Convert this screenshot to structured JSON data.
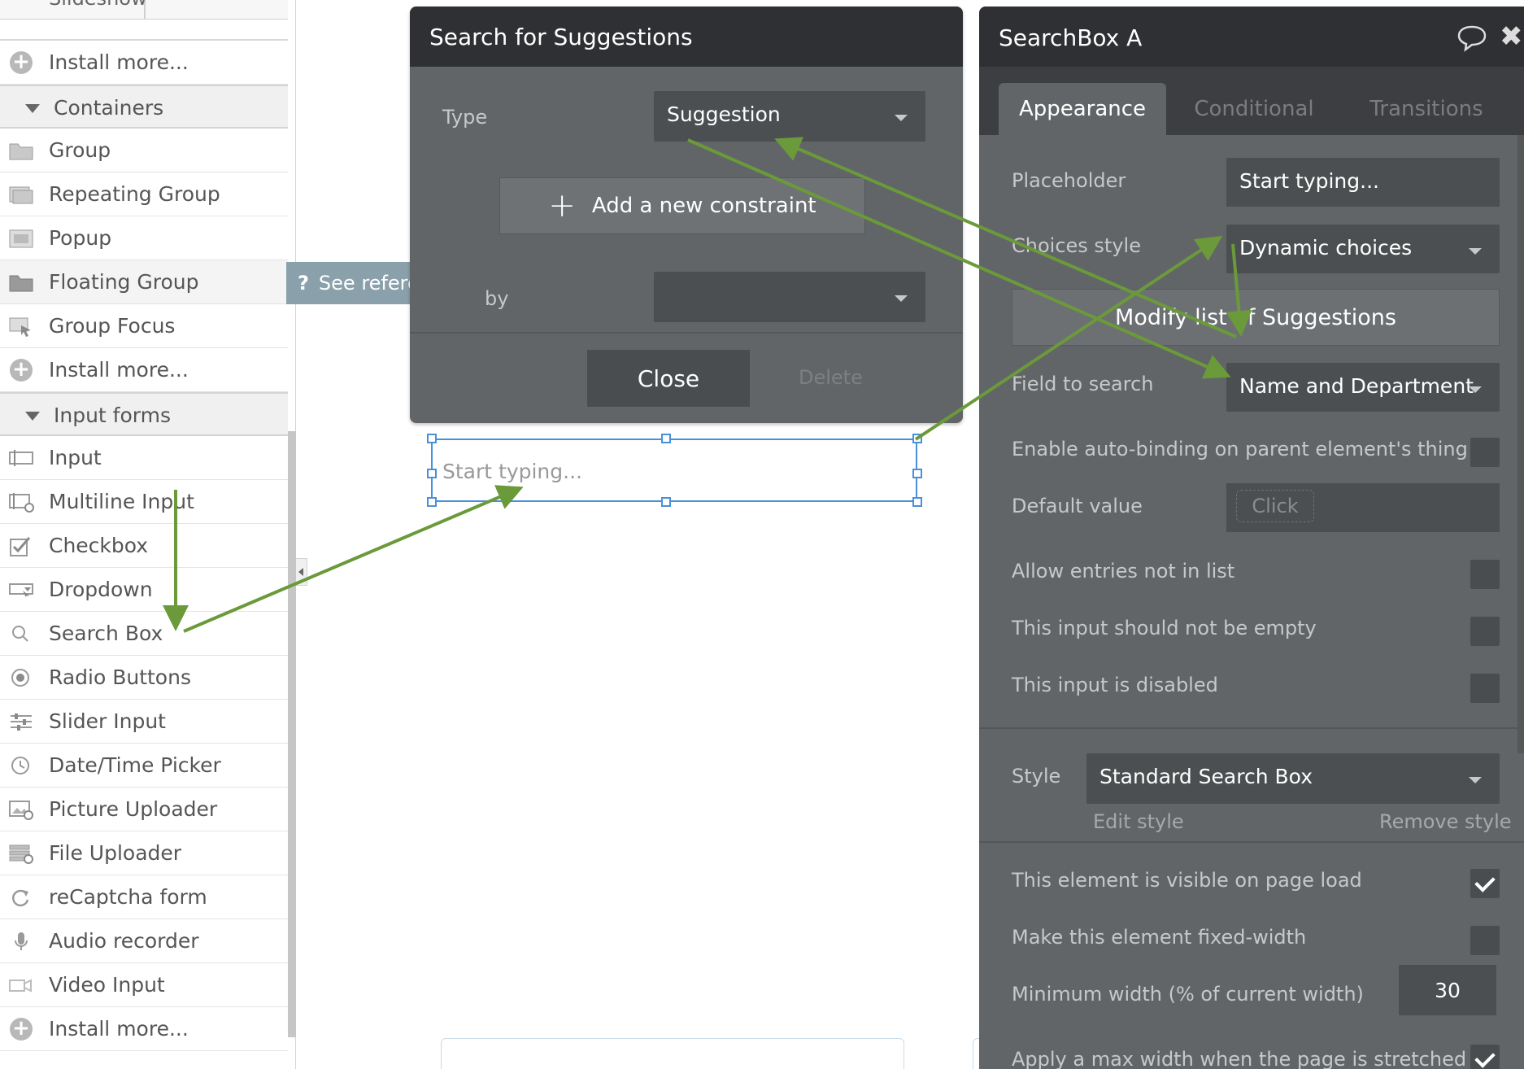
{
  "sidebar": {
    "cut_top_label": "Slideshow",
    "items": [
      {
        "kind": "install",
        "label": "Install more...",
        "icon": "plus-circle-icon"
      },
      {
        "kind": "section",
        "label": "Containers",
        "icon": "triangle-down-icon"
      },
      {
        "kind": "item",
        "label": "Group",
        "icon": "group-folder-icon"
      },
      {
        "kind": "item",
        "label": "Repeating Group",
        "icon": "repeating-group-icon"
      },
      {
        "kind": "item",
        "label": "Popup",
        "icon": "popup-icon"
      },
      {
        "kind": "item",
        "label": "Floating Group",
        "icon": "floating-group-icon",
        "active": true
      },
      {
        "kind": "item",
        "label": "Group Focus",
        "icon": "group-focus-icon"
      },
      {
        "kind": "install",
        "label": "Install more...",
        "icon": "plus-circle-icon"
      },
      {
        "kind": "section",
        "label": "Input forms",
        "icon": "triangle-down-icon"
      },
      {
        "kind": "item",
        "label": "Input",
        "icon": "input-icon"
      },
      {
        "kind": "item",
        "label": "Multiline Input",
        "icon": "multiline-input-icon"
      },
      {
        "kind": "item",
        "label": "Checkbox",
        "icon": "checkbox-icon"
      },
      {
        "kind": "item",
        "label": "Dropdown",
        "icon": "dropdown-icon"
      },
      {
        "kind": "item",
        "label": "Search Box",
        "icon": "search-icon"
      },
      {
        "kind": "item",
        "label": "Radio Buttons",
        "icon": "radio-icon"
      },
      {
        "kind": "item",
        "label": "Slider Input",
        "icon": "slider-icon"
      },
      {
        "kind": "item",
        "label": "Date/Time Picker",
        "icon": "clock-icon"
      },
      {
        "kind": "item",
        "label": "Picture Uploader",
        "icon": "picture-uploader-icon"
      },
      {
        "kind": "item",
        "label": "File Uploader",
        "icon": "file-uploader-icon"
      },
      {
        "kind": "item",
        "label": "reCaptcha form",
        "icon": "recaptcha-icon"
      },
      {
        "kind": "item",
        "label": "Audio recorder",
        "icon": "microphone-icon"
      },
      {
        "kind": "item",
        "label": "Video Input",
        "icon": "video-icon"
      },
      {
        "kind": "install",
        "label": "Install more...",
        "icon": "plus-circle-icon"
      }
    ]
  },
  "see_reference": {
    "icon": "?",
    "label": "See reference →"
  },
  "search_dialog": {
    "title": "Search for Suggestions",
    "type_label": "Type",
    "type_value": "Suggestion",
    "add_constraint_label": "Add a new constraint",
    "sort_label": "by",
    "sort_value": "",
    "close_label": "Close",
    "delete_label": "Delete"
  },
  "canvas": {
    "searchbox_placeholder": "Start typing..."
  },
  "property_panel": {
    "title": "SearchBox A",
    "tabs": [
      "Appearance",
      "Conditional",
      "Transitions"
    ],
    "active_tab": "Appearance",
    "placeholder_label": "Placeholder",
    "placeholder_value": "Start typing...",
    "choices_style_label": "Choices style",
    "choices_style_value": "Dynamic choices",
    "modify_list_label": "Modify list of Suggestions",
    "field_to_search_label": "Field to search",
    "field_to_search_value": "Name and Department",
    "checkboxes": [
      {
        "label": "Enable auto-binding on parent element's thing",
        "checked": false
      },
      {
        "label": "Allow entries not in list",
        "checked": false
      },
      {
        "label": "This input should not be empty",
        "checked": false
      },
      {
        "label": "This input is disabled",
        "checked": false
      }
    ],
    "default_value_label": "Default value",
    "default_value_click": "Click",
    "style_label": "Style",
    "style_value": "Standard Search Box",
    "edit_style_label": "Edit style",
    "remove_style_label": "Remove style",
    "visible_on_load_label": "This element is visible on page load",
    "visible_on_load_checked": true,
    "fixed_width_label": "Make this element fixed-width",
    "fixed_width_checked": false,
    "min_width_label": "Minimum width (% of current width)",
    "min_width_value": "30",
    "max_width_label": "Apply a max width when the page is stretched",
    "max_width_checked": true
  },
  "colors": {
    "panel_bg": "#626567",
    "panel_header": "#2f3033",
    "field_bg": "#4c4f51",
    "annotation_arrow": "#6a9a3a",
    "selection_blue": "#4a90d9"
  }
}
